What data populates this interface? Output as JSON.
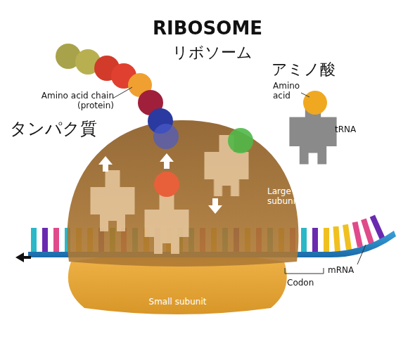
{
  "diagram": {
    "title": "RIBOSOME",
    "nodes": [
      {
        "text": [
          "Large subunit"
        ]
      },
      {
        "text": [
          "Small subunit"
        ]
      }
    ],
    "labels": [
      "リボソーム",
      "アミノ酸",
      "Amino acid",
      "tRNA",
      "Amino acid chain (protein)",
      "タンパク質",
      "mRNA",
      "Codon"
    ]
  }
}
